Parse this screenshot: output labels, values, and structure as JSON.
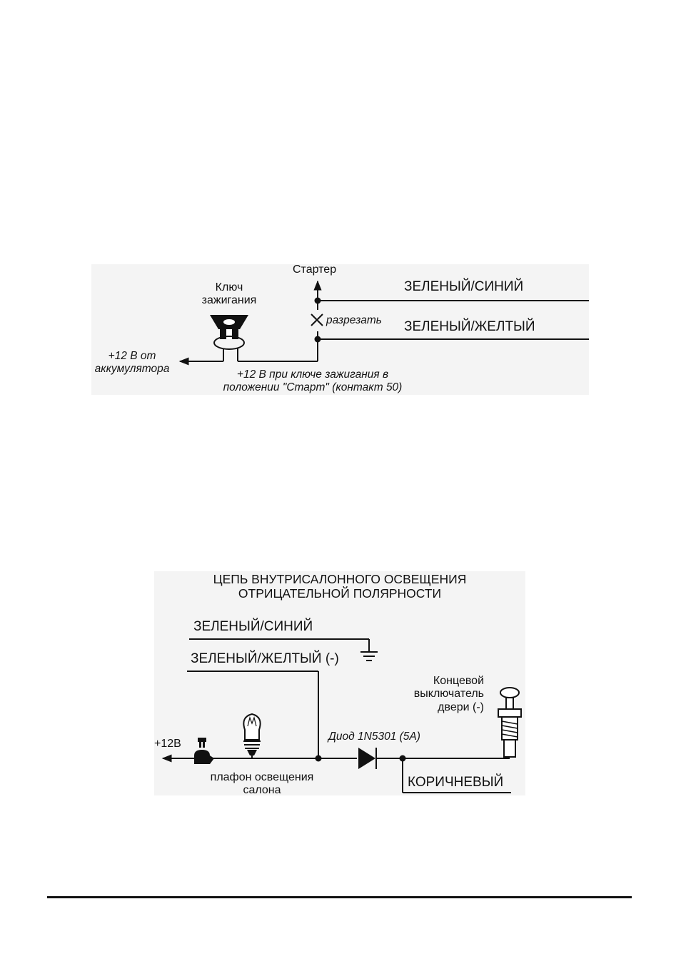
{
  "diagram1": {
    "starter_label": "Стартер",
    "ignition_key_label": "Ключ\nзажигания",
    "wire_green_blue": "ЗЕЛЕНЫЙ/СИНИЙ",
    "wire_green_yellow": "ЗЕЛЕНЫЙ/ЖЕЛТЫЙ",
    "cut_note": "разрезать",
    "battery_note": "+12 В от\nаккумулятора",
    "start_note": "+12 В при ключе зажигания в\nположении \"Старт\" (контакт 50)"
  },
  "diagram2": {
    "title": "ЦЕПЬ ВНУТРИСАЛОННОГО ОСВЕЩЕНИЯ\nОТРИЦАТЕЛЬНОЙ ПОЛЯРНОСТИ",
    "wire_green_blue": "ЗЕЛЕНЫЙ/СИНИЙ",
    "wire_green_yellow": "ЗЕЛЕНЫЙ/ЖЕЛТЫЙ (-)",
    "door_switch_label": "Концевой\nвыключатель\nдвери (-)",
    "diode_label": "Диод 1N5301 (5А)",
    "plus12_label": "+12В",
    "lamp_label": "плафон освещения\nсалона",
    "wire_brown": "КОРИЧНЕВЫЙ"
  }
}
